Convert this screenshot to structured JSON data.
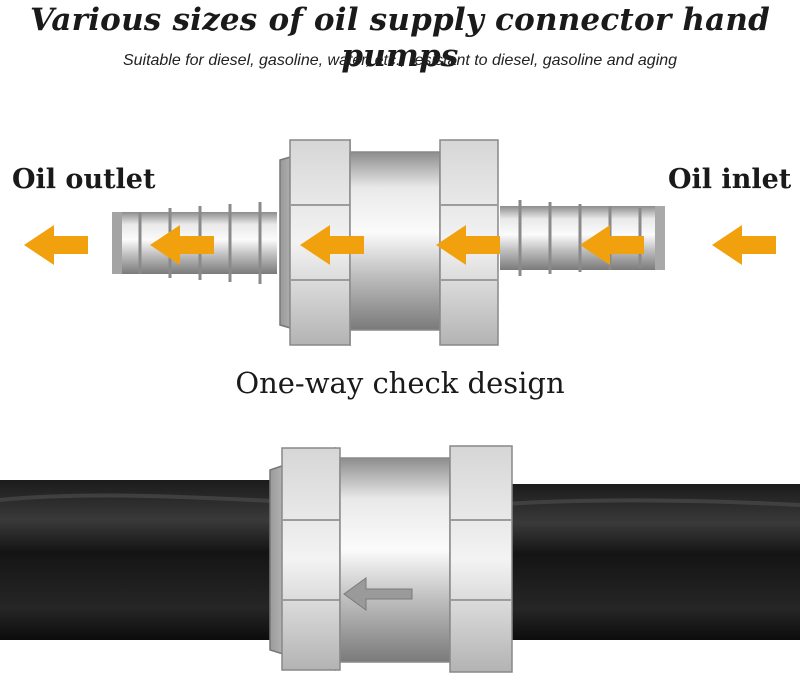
{
  "header": {
    "title": "Various sizes of oil supply connector hand pumps",
    "subtitle": "Suitable for diesel, gasoline, water, etc., resistant to diesel, gasoline and aging"
  },
  "labels": {
    "outlet": "Oil outlet",
    "inlet": "Oil inlet",
    "check": "One-way check design"
  },
  "colors": {
    "arrow": "#f2a10e",
    "hose": "#111111",
    "metal": "#c8c8c8"
  },
  "icons": [
    "flow-arrow-icon",
    "direction-arrow-icon"
  ]
}
